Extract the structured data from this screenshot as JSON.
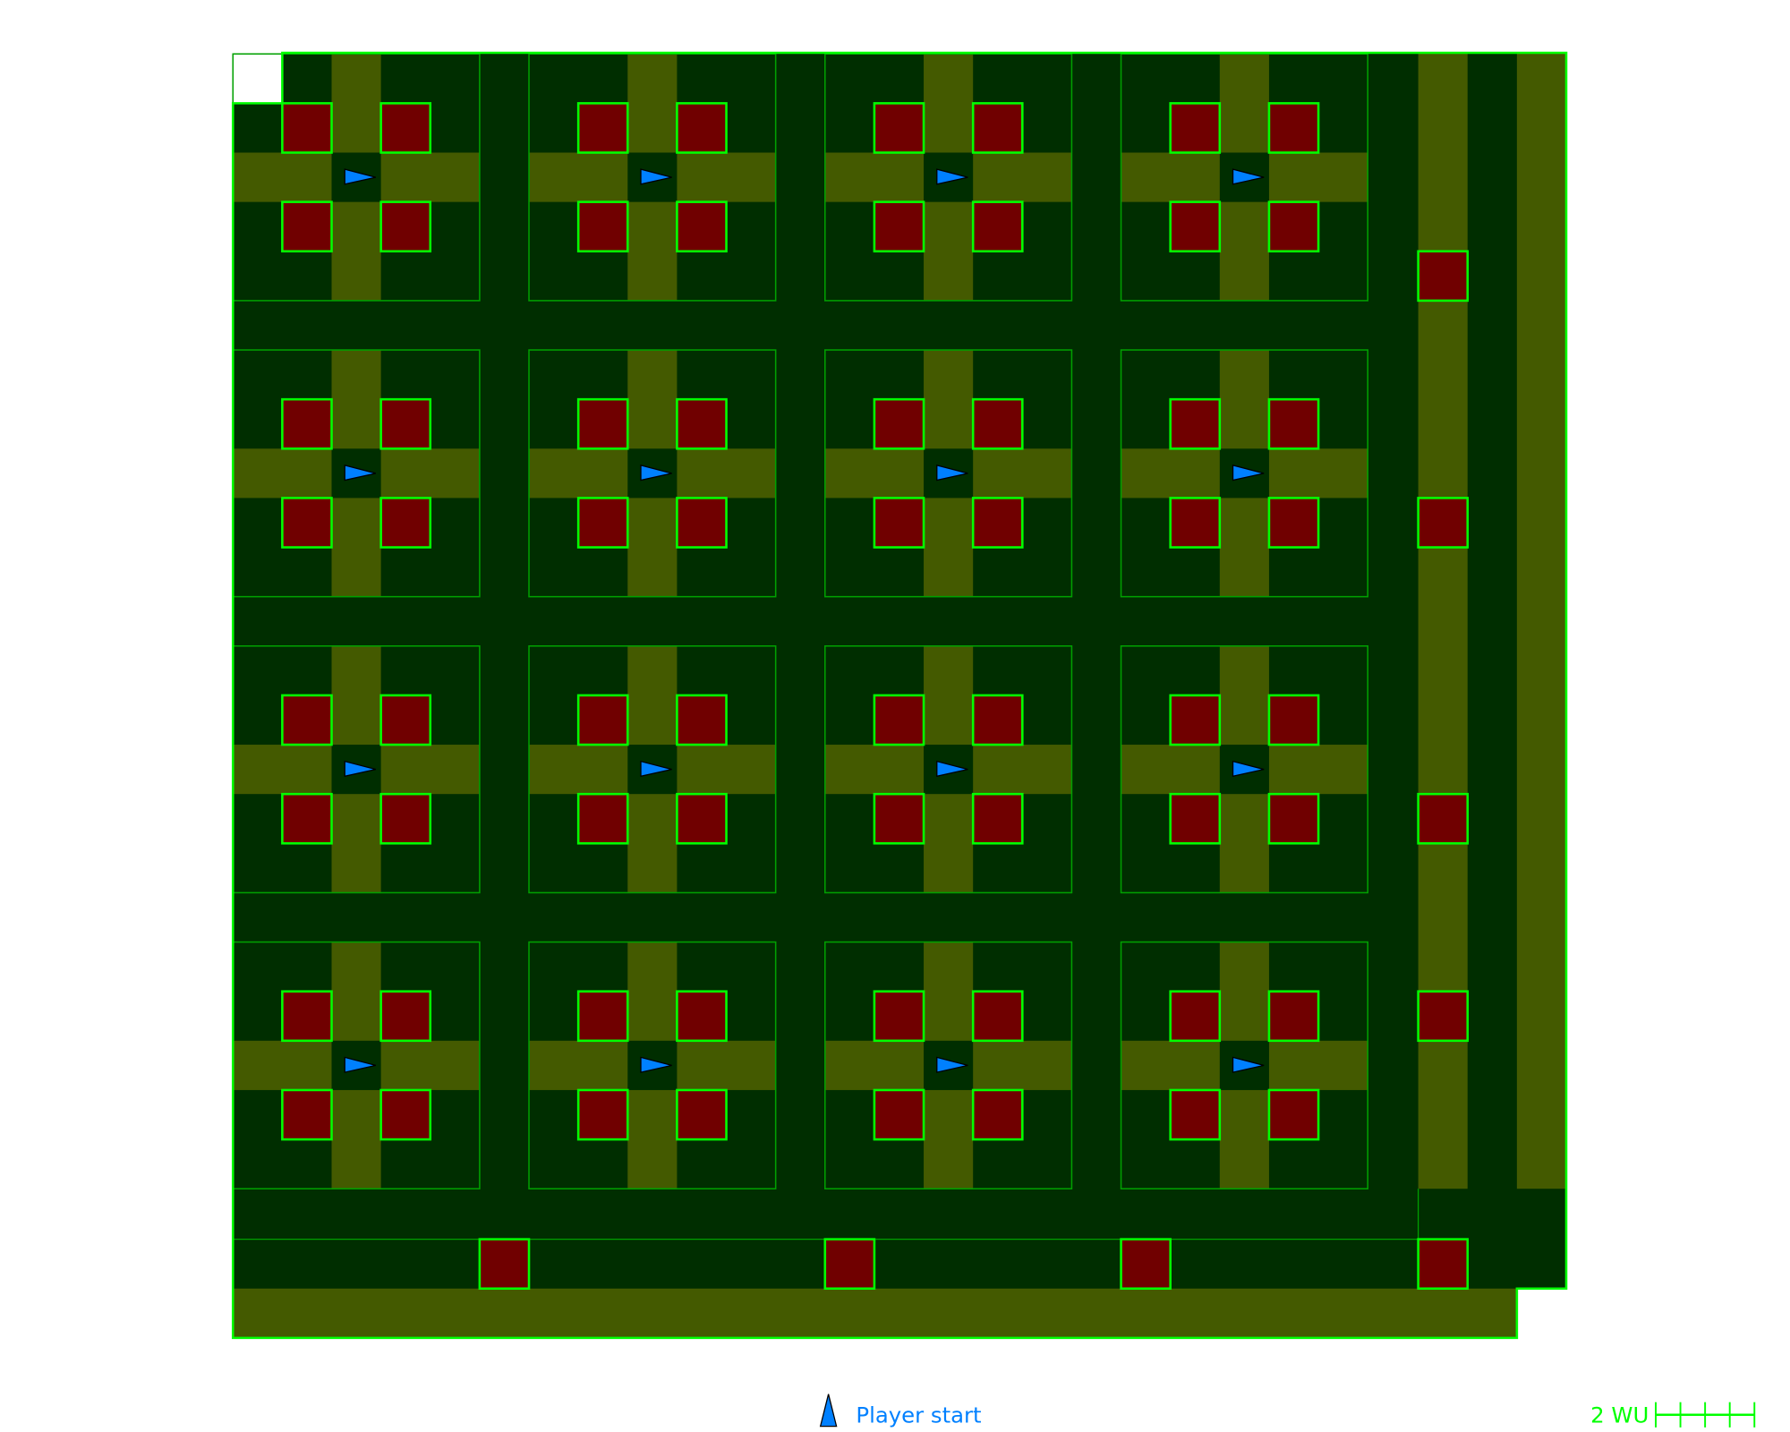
{
  "map": {
    "room_grid": {
      "rows": 4,
      "cols": 4
    },
    "units_per_room": 5,
    "room_spacing_units": 6
  },
  "legend": {
    "player_start_label": "Player start",
    "player_start_icon": "triangle-arrow-icon"
  },
  "scale_bar": {
    "label": "2 WU",
    "length_units": 2,
    "subdivisions": 4
  },
  "colors": {
    "floor": "#002e00",
    "corridor": "#445a00",
    "block": "#700000",
    "outline": "#00ff00",
    "room_outline": "#00a000",
    "player": "#0080ff"
  }
}
